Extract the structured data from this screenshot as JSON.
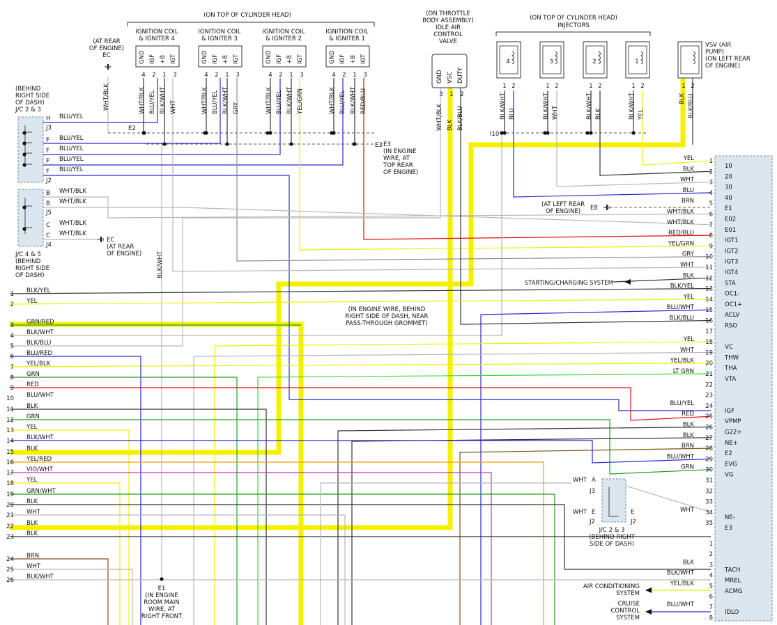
{
  "colors": {
    "BLU": "#2a2ad0",
    "YEL": "#f0f000",
    "GRN": "#1ea01e",
    "RED": "#e01010",
    "BLK": "#333333",
    "WHT": "#b8b8b8",
    "GRY": "#8c8c8c",
    "BRN": "#7a5418",
    "VIO": "#d02cd0",
    "ORG": "#f0a000",
    "LTGRN": "#38d838",
    "HIGHLIGHT": "#f4f000"
  },
  "headers": {
    "cyl_head_top": "(ON TOP OF CYLINDER HEAD)",
    "cyl_head_inj": "(ON TOP OF CYLINDER HEAD)",
    "injectors": "INJECTORS",
    "throttle": [
      "(ON THROTTLE",
      "BODY ASSEMBLY)",
      "IDLE AIR",
      "CONTROL",
      "VALVE"
    ],
    "vsv": [
      "VSV (AIR",
      "PUMP)",
      "(ON LEFT REAR",
      "OF ENGINE)"
    ],
    "ec_rear": [
      "(AT REAR",
      "OF ENGINE)",
      "EC"
    ],
    "jc23_left": [
      "(BEHIND",
      "RIGHT SIDE",
      "OF DASH)",
      "J/C 2 & 3"
    ],
    "jc45": [
      "J/C 4 & 5",
      "(BEHIND",
      "RIGHT SIDE",
      "OF DASH)"
    ],
    "ec_note": [
      "EC",
      "(AT REAR",
      "OF ENGINE)"
    ],
    "e3_note": [
      "E3",
      "(IN ENGINE",
      "WIRE, AT",
      "TOP REAR",
      "OF ENGINE)"
    ],
    "e8_note": [
      "(AT LEFT REAR",
      "OF ENGINE)"
    ],
    "grommet": [
      "(IN ENGINE WIRE, BEHIND",
      "RIGHT SIDE OF DASH, NEAR",
      "PASS-THROUGH GROMMET)"
    ],
    "e1_note": [
      "E1",
      "(IN ENGINE",
      "ROOM MAIN",
      "WIRE, AT",
      "RIGHT FRONT"
    ],
    "jc23_right": [
      "J/C 2 & 3",
      "(BEHIND RIGHT",
      "SIDE OF DASH)"
    ],
    "starting": "STARTING/CHARGING SYSTEM",
    "aircon": [
      "AIR CONDITIONING",
      "SYSTEM"
    ],
    "cruise": [
      "CRUISE",
      "CONTROL",
      "SYSTEM"
    ],
    "e2": "E2",
    "e3": "E3",
    "e8": "E8",
    "i10": "I10"
  },
  "coils": [
    {
      "title": [
        "IGNITION COIL",
        "& IGNITER 4"
      ],
      "pins": [
        "GND",
        "IGF",
        "+B",
        "IGT"
      ],
      "nums": [
        "4",
        "2",
        "1",
        "3"
      ],
      "wires": [
        "WHT/BLK",
        "BLU/YEL",
        "BLK/WHT",
        "WHT"
      ]
    },
    {
      "title": [
        "IGNITION COIL",
        "& IGNITER 3"
      ],
      "pins": [
        "GND",
        "IGF",
        "+B",
        "IGT"
      ],
      "nums": [
        "4",
        "2",
        "1",
        "3"
      ],
      "wires": [
        "WHT/BLK",
        "BLU/YEL",
        "BLK/WHT",
        "GRY"
      ]
    },
    {
      "title": [
        "IGNITION COIL",
        "& IGNITER 2"
      ],
      "pins": [
        "GND",
        "IGF",
        "+B",
        "IGT"
      ],
      "nums": [
        "4",
        "2",
        "1",
        "3"
      ],
      "wires": [
        "WHT/BLK",
        "BLU/YEL",
        "BLK/WHT",
        "YEL/GRN"
      ]
    },
    {
      "title": [
        "IGNITION COIL",
        "& IGNITER 1"
      ],
      "pins": [
        "GND",
        "IGF",
        "+B",
        "IGT"
      ],
      "nums": [
        "4",
        "2",
        "1",
        "3"
      ],
      "wires": [
        "WHT/BLK",
        "BLU/YEL",
        "BLK/WHT",
        "RED/BLU"
      ]
    }
  ],
  "iac": {
    "pins": [
      "GND",
      "VSC",
      "DUTY"
    ],
    "nums": [
      "3",
      "1",
      "2"
    ],
    "wires": [
      "WHT/BLK",
      "BLK",
      "BLK/BLU"
    ]
  },
  "injectors": [
    {
      "num": "4",
      "wires": [
        "BLK/WHT",
        "BLU"
      ],
      "pins": [
        "1",
        "2"
      ]
    },
    {
      "num": "3",
      "wires": [
        "BLK/WHT",
        "WHT"
      ],
      "pins": [
        "1",
        "2"
      ]
    },
    {
      "num": "2",
      "wires": [
        "BLK/WHT",
        "BLK"
      ],
      "pins": [
        "1",
        "2"
      ]
    },
    {
      "num": "1",
      "wires": [
        "BLK/WHT",
        "YEL"
      ],
      "pins": [
        "1",
        "2"
      ]
    }
  ],
  "vsv_wires": [
    "BLK",
    "BLK/BLU"
  ],
  "vsv_pins": [
    "1",
    "2"
  ],
  "left_wire_wht_blk": "WHT/BLK",
  "blk_wht_vertical": "BLK/WHT",
  "jc_left": [
    {
      "pin": "H",
      "label": "BLU/YEL",
      "conn": "J3"
    },
    {
      "pin": "F",
      "label": "BLU/YEL",
      "conn": ""
    },
    {
      "pin": "F",
      "label": "BLU/YEL",
      "conn": ""
    },
    {
      "pin": "F",
      "label": "BLU/YEL",
      "conn": ""
    },
    {
      "pin": "F",
      "label": "BLU/YEL",
      "conn": "J2"
    },
    {
      "pin": "B",
      "label": "WHT/BLK",
      "conn": ""
    },
    {
      "pin": "B",
      "label": "WHT/BLK",
      "conn": "J5"
    },
    {
      "pin": "C",
      "label": "WHT/BLK",
      "conn": ""
    },
    {
      "pin": "C",
      "label": "WHT/BLK",
      "conn": "J4"
    }
  ],
  "ecm_right": [
    {
      "wire": "YEL",
      "num": "1",
      "name": "10"
    },
    {
      "wire": "BLK",
      "num": "2",
      "name": "20"
    },
    {
      "wire": "WHT",
      "num": "3",
      "name": "30"
    },
    {
      "wire": "BLU",
      "num": "4",
      "name": "40"
    },
    {
      "wire": "BRN",
      "num": "5",
      "name": "E1"
    },
    {
      "wire": "WHT/BLK",
      "num": "6",
      "name": "E02"
    },
    {
      "wire": "WHT/BLK",
      "num": "7",
      "name": "E01"
    },
    {
      "wire": "RED/BLU",
      "num": "8",
      "name": "IGT1"
    },
    {
      "wire": "YEL/GRN",
      "num": "9",
      "name": "IGT2"
    },
    {
      "wire": "GRY",
      "num": "10",
      "name": "IGT3"
    },
    {
      "wire": "WHT",
      "num": "11",
      "name": "IGT4"
    },
    {
      "wire": "BLK",
      "num": "12",
      "name": "STA"
    },
    {
      "wire": "BLK/YEL",
      "num": "13",
      "name": "OC1-"
    },
    {
      "wire": "YEL",
      "num": "14",
      "name": "OC1+"
    },
    {
      "wire": "BLU/WHT",
      "num": "15",
      "name": "ACLV"
    },
    {
      "wire": "BLK/BLU",
      "num": "16",
      "name": "RSO"
    },
    {
      "wire": "",
      "num": "17",
      "name": ""
    },
    {
      "wire": "YEL",
      "num": "18",
      "name": "VC"
    },
    {
      "wire": "WHT",
      "num": "19",
      "name": "THW"
    },
    {
      "wire": "YEL/BLK",
      "num": "20",
      "name": "THA"
    },
    {
      "wire": "LT GRN",
      "num": "21",
      "name": "VTA"
    },
    {
      "wire": "",
      "num": "22",
      "name": ""
    },
    {
      "wire": "",
      "num": "23",
      "name": ""
    },
    {
      "wire": "BLU/YEL",
      "num": "24",
      "name": "IGF"
    },
    {
      "wire": "RED",
      "num": "25",
      "name": "VPMP"
    },
    {
      "wire": "BLK",
      "num": "26",
      "name": "G22+"
    },
    {
      "wire": "BLK",
      "num": "27",
      "name": "NE+"
    },
    {
      "wire": "BRN",
      "num": "28",
      "name": "E2"
    },
    {
      "wire": "BLU/WHT",
      "num": "29",
      "name": "EVG"
    },
    {
      "wire": "GRN",
      "num": "30",
      "name": "VG"
    },
    {
      "wire": "",
      "num": "31",
      "name": ""
    },
    {
      "wire": "",
      "num": "32",
      "name": ""
    },
    {
      "wire": "",
      "num": "33",
      "name": ""
    },
    {
      "wire": "WHT",
      "num": "34",
      "name": "NE-"
    },
    {
      "wire": "",
      "num": "35",
      "name": "E3"
    }
  ],
  "ecm_right2": [
    {
      "wire": "",
      "num": "1",
      "name": ""
    },
    {
      "wire": "",
      "num": "2",
      "name": ""
    },
    {
      "wire": "BLK",
      "num": "3",
      "name": "TACH"
    },
    {
      "wire": "BLK/WHT",
      "num": "4",
      "name": "MREL"
    },
    {
      "wire": "YEL/BLK",
      "num": "5",
      "name": "ACMG"
    },
    {
      "wire": "",
      "num": "6",
      "name": ""
    },
    {
      "wire": "BLU/WHT",
      "num": "7",
      "name": "IDLO"
    },
    {
      "wire": "",
      "num": "8",
      "name": ""
    }
  ],
  "left_rows": [
    {
      "num": "1",
      "label": "BLK/YEL"
    },
    {
      "num": "2",
      "label": "YEL"
    },
    {
      "num": "3",
      "label": "GRN/RED"
    },
    {
      "num": "4",
      "label": "BLK/WHT"
    },
    {
      "num": "5",
      "label": "BLK/BLU"
    },
    {
      "num": "6",
      "label": "BLU/RED"
    },
    {
      "num": "7",
      "label": "YEL/BLK"
    },
    {
      "num": "8",
      "label": "GRN"
    },
    {
      "num": "9",
      "label": "RED"
    },
    {
      "num": "10",
      "label": "BLU/WHT"
    },
    {
      "num": "11",
      "label": "BLK"
    },
    {
      "num": "12",
      "label": "GRN"
    },
    {
      "num": "13",
      "label": "YEL"
    },
    {
      "num": "14",
      "label": "BLK/WHT"
    },
    {
      "num": "15",
      "label": "BLK"
    },
    {
      "num": "16",
      "label": "YEL/RED"
    },
    {
      "num": "17",
      "label": "VIO/WHT"
    },
    {
      "num": "18",
      "label": "YEL"
    },
    {
      "num": "19",
      "label": "GRN/WHT"
    },
    {
      "num": "20",
      "label": "BLK"
    },
    {
      "num": "21",
      "label": "WHT"
    },
    {
      "num": "22",
      "label": "BLK"
    },
    {
      "num": "23",
      "label": "BLK"
    },
    {
      "num": "24",
      "label": "BRN"
    },
    {
      "num": "25",
      "label": "WHT"
    },
    {
      "num": "26",
      "label": "BLK/WHT"
    }
  ],
  "jc_right": {
    "top": {
      "label": "WHT",
      "pin": "A",
      "conn": "J3"
    },
    "bot": {
      "label": "WHT",
      "pin": "E",
      "conn": "J2"
    },
    "bot2": {
      "pin": "E",
      "conn": "J2"
    }
  }
}
